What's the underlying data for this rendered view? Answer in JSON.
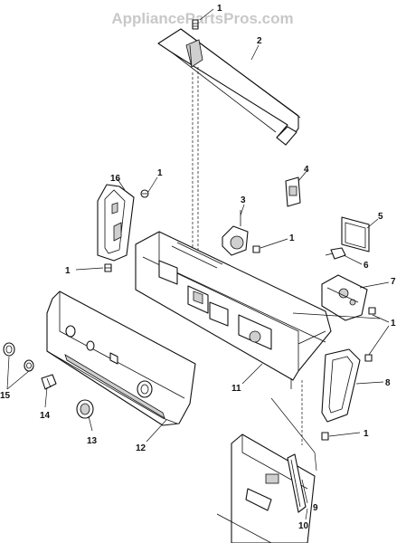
{
  "watermark": "AppliancePartsPros.com",
  "callouts": [
    {
      "id": "c1a",
      "text": "1"
    },
    {
      "id": "c2",
      "text": "2"
    },
    {
      "id": "c16",
      "text": "16"
    },
    {
      "id": "c1b",
      "text": "1"
    },
    {
      "id": "c4",
      "text": "4"
    },
    {
      "id": "c3",
      "text": "3"
    },
    {
      "id": "c1c",
      "text": "1"
    },
    {
      "id": "c5",
      "text": "5"
    },
    {
      "id": "c1d",
      "text": "1"
    },
    {
      "id": "c6",
      "text": "6"
    },
    {
      "id": "c7",
      "text": "7"
    },
    {
      "id": "c1e",
      "text": "1"
    },
    {
      "id": "c8",
      "text": "8"
    },
    {
      "id": "c11",
      "text": "11"
    },
    {
      "id": "c15",
      "text": "15"
    },
    {
      "id": "c14",
      "text": "14"
    },
    {
      "id": "c13",
      "text": "13"
    },
    {
      "id": "c12",
      "text": "12"
    },
    {
      "id": "c1f",
      "text": "1"
    },
    {
      "id": "c9",
      "text": "9"
    },
    {
      "id": "c10",
      "text": "10"
    }
  ]
}
